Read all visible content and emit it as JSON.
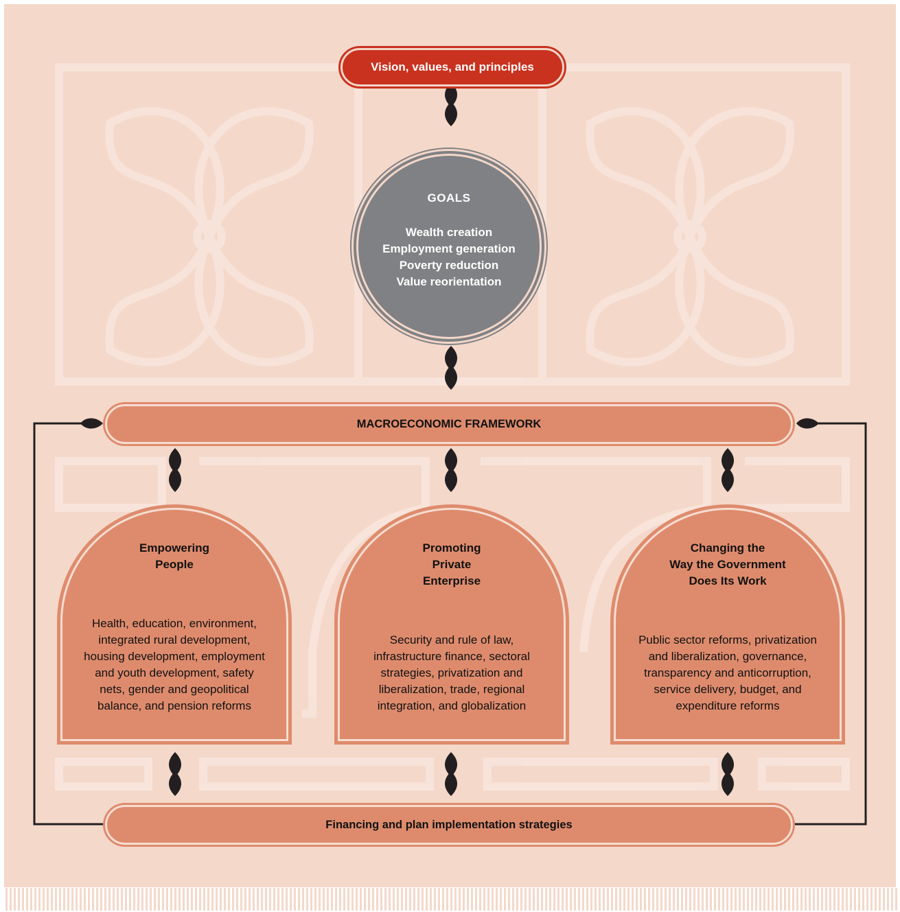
{
  "colors": {
    "background": "#f4d8ca",
    "accent_red": "#c9321f",
    "band_orange": "#de8b6d",
    "goals_gray": "#808184",
    "connector": "#231f20"
  },
  "vision": {
    "label": "Vision, values, and principles"
  },
  "goals": {
    "title": "GOALS",
    "items": [
      "Wealth creation",
      "Employment generation",
      "Poverty reduction",
      "Value reorientation"
    ]
  },
  "macro": {
    "label": "MACROECONOMIC FRAMEWORK"
  },
  "pillars": [
    {
      "title_lines": [
        "Empowering",
        "People"
      ],
      "body_lines": [
        "Health, education, environment,",
        "integrated rural development,",
        "housing development, employment",
        "and youth development, safety",
        "nets, gender and geopolitical",
        "balance, and pension reforms"
      ]
    },
    {
      "title_lines": [
        "Promoting",
        "Private",
        "Enterprise"
      ],
      "body_lines": [
        "Security and rule of law,",
        "infrastructure finance, sectoral",
        "strategies, privatization and",
        "liberalization, trade, regional",
        "integration, and globalization"
      ]
    },
    {
      "title_lines": [
        "Changing the",
        "Way the Government",
        "Does Its Work"
      ],
      "body_lines": [
        "Public sector reforms, privatization",
        "and liberalization, governance,",
        "transparency and anticorruption,",
        "service delivery, budget, and",
        "expenditure reforms"
      ]
    }
  ],
  "financing": {
    "label": "Financing and plan implementation strategies"
  }
}
